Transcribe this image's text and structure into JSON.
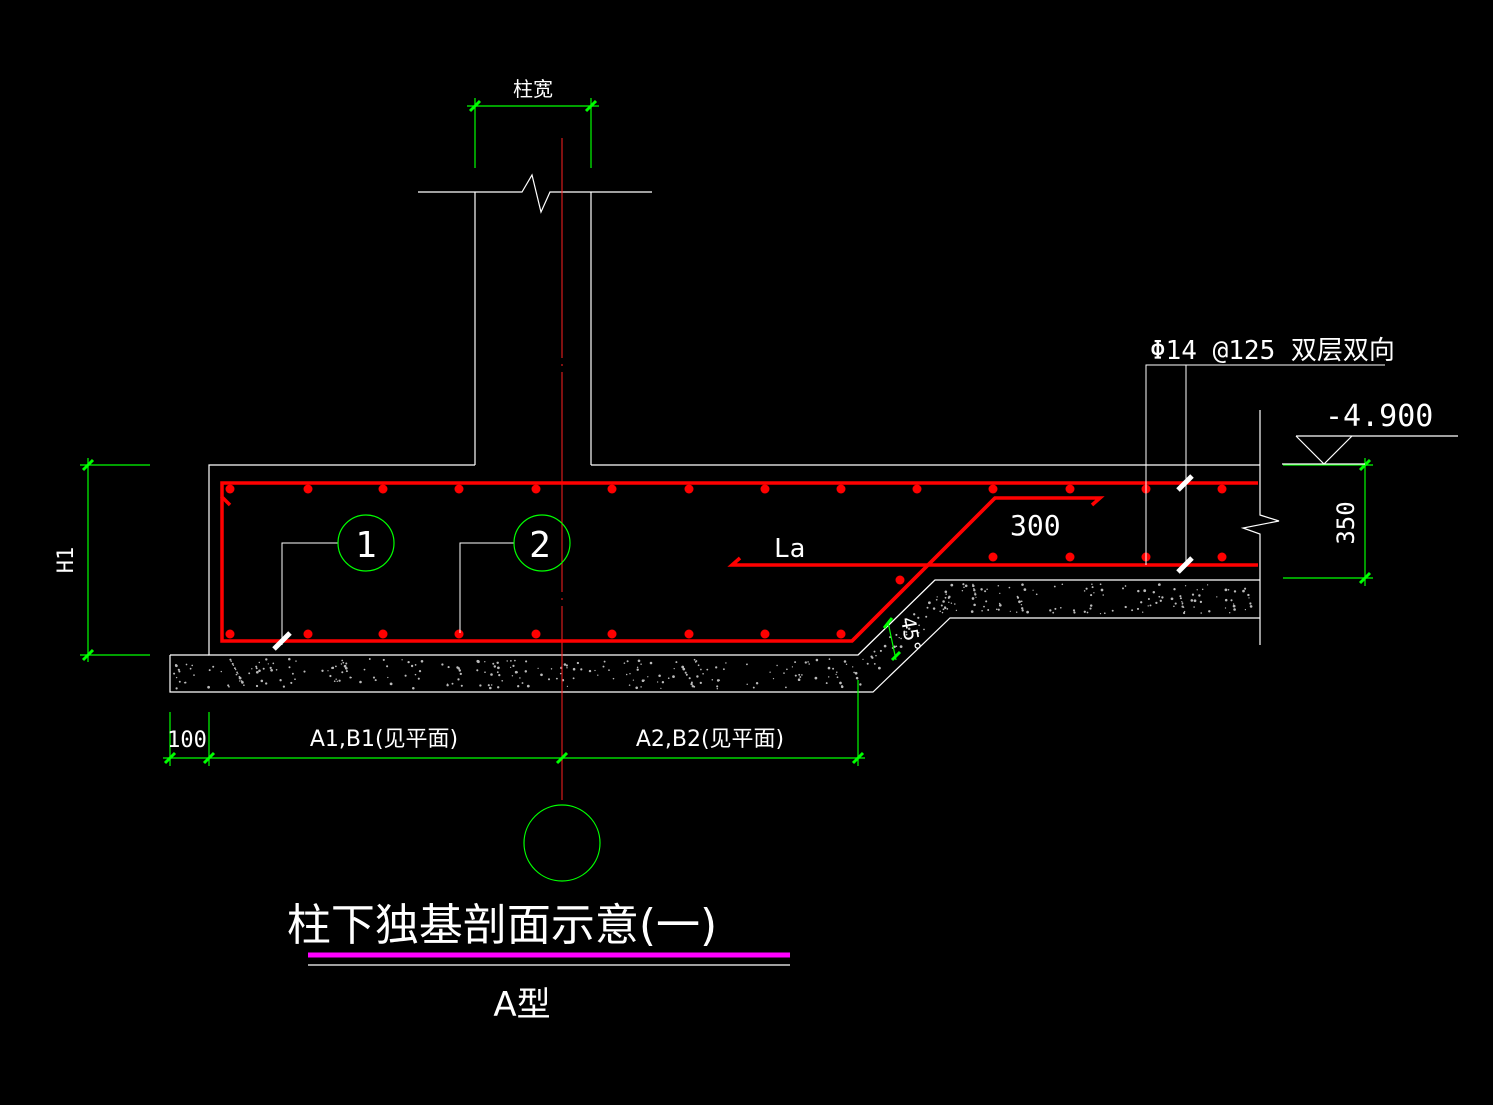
{
  "drawing": {
    "column_width_label": "柱宽",
    "rebar_spec_label": "Φ14 @125 双层双向",
    "elevation_label": "-4.900",
    "height_label": "H1",
    "thickness_label": "350",
    "hook_length_label": "300",
    "anchorage_label": "La",
    "angle_label": "45°",
    "dim_100_label": "100",
    "dim_a1b1_label": "A1,B1(见平面)",
    "dim_a2b2_label": "A2,B2(见平面)",
    "callout_1": "1",
    "callout_2": "2",
    "title": "柱下独基剖面示意(一)",
    "subtitle": "A型"
  },
  "colors": {
    "background": "#000000",
    "outline": "#ffffff",
    "rebar": "#ff0000",
    "dimension": "#00ff00",
    "centerline": "#ff2020",
    "underline": "#ff00ff"
  }
}
